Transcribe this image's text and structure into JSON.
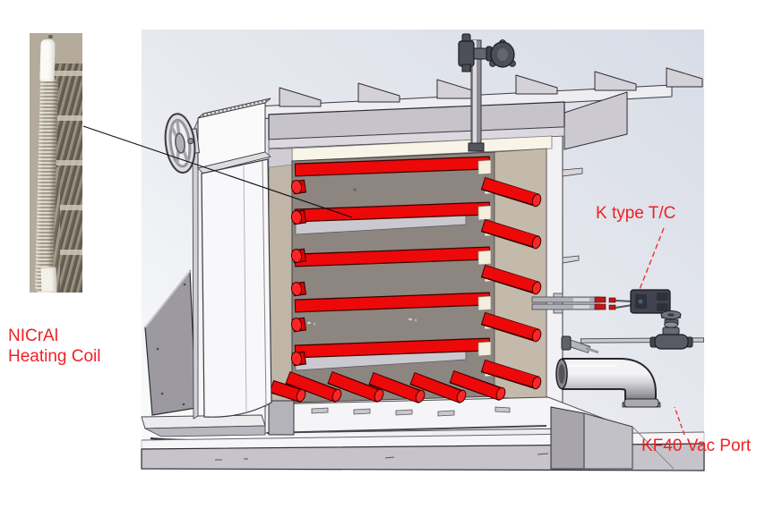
{
  "annotations": {
    "heating_coil": {
      "text": "NICrAl\nHeating Coil"
    },
    "thermocouple": {
      "text": "K type T/C"
    },
    "vacuum_port": {
      "text": "KF40 Vac Port"
    }
  },
  "colors": {
    "label_red": "#ef2125",
    "heater_rod_red": "#ed0909",
    "chamber_back_wall": "#8d8580",
    "insulation_tan": "#c2b8aa",
    "frame_lavender_gray": "#c7c3cb",
    "viewport_gradient_top": "#d7dce6",
    "viewport_gradient_bottom": "#fbfcfd"
  }
}
